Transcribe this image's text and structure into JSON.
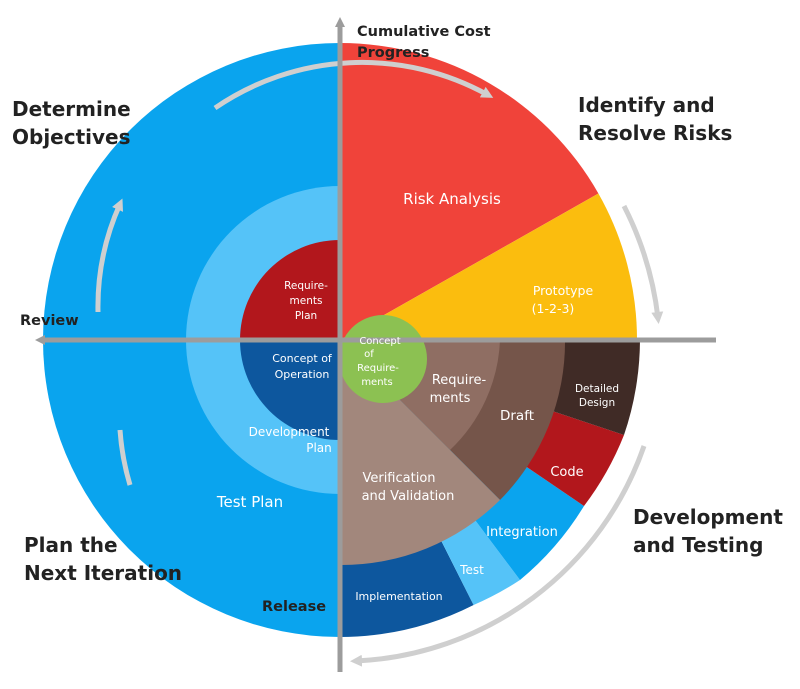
{
  "axes": {
    "cumulative_cost_line1": "Cumulative Cost",
    "cumulative_cost_line2": "Progress",
    "review": "Review",
    "release": "Release"
  },
  "quadrants": {
    "determine_objectives": [
      "Determine",
      "Objectives"
    ],
    "identify_resolve_risks": [
      "Identify and",
      "Resolve Risks"
    ],
    "development_testing": [
      "Development",
      "and Testing"
    ],
    "plan_next_iteration": [
      "Plan the",
      "Next Iteration"
    ]
  },
  "segments": {
    "risk_analysis": "Risk Analysis",
    "prototype": [
      "Prototype",
      "(1-2-3)"
    ],
    "requirements_plan": [
      "Require-",
      "ments",
      "Plan"
    ],
    "concept_of_operation": [
      "Concept of",
      "Operation"
    ],
    "development_plan": [
      "Development",
      "Plan"
    ],
    "test_plan": "Test Plan",
    "concept_of_requirements": [
      "Concept",
      "of",
      "Require-",
      "ments"
    ],
    "requirements": [
      "Require-",
      "ments"
    ],
    "draft": "Draft",
    "detailed_design": [
      "Detailed",
      "Design"
    ],
    "code": "Code",
    "verification_validation": [
      "Verification",
      "and Validation"
    ],
    "integration": "Integration",
    "test": "Test",
    "implementation": "Implementation"
  },
  "colors": {
    "outer_blue": "#0aa4ee",
    "mid_blue": "#55c3f8",
    "dark_blue": "#0d579e",
    "dark_red": "#b2171c",
    "red": "#f0433a",
    "yellow": "#fbbd0e",
    "green": "#8cc152",
    "taupe": "#a2877c",
    "brown": "#75554a",
    "dark_brown": "#402b26",
    "mauve": "#8f6e63",
    "axis_gray": "#9c9c9c",
    "arrow_gray": "#cfcfcf"
  }
}
